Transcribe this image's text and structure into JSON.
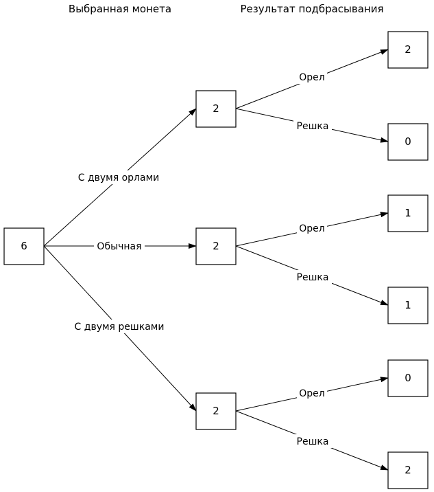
{
  "headers": {
    "coin_column": "Выбранная монета",
    "result_column": "Результат подбрасывания"
  },
  "root": {
    "value": "6"
  },
  "coins": [
    {
      "label": "С двумя орлами",
      "value": "2",
      "outcomes": [
        {
          "label": "Орел",
          "value": "2"
        },
        {
          "label": "Решка",
          "value": "0"
        }
      ]
    },
    {
      "label": "Обычная",
      "value": "2",
      "outcomes": [
        {
          "label": "Орел",
          "value": "1"
        },
        {
          "label": "Решка",
          "value": "1"
        }
      ]
    },
    {
      "label": "С двумя решками",
      "value": "2",
      "outcomes": [
        {
          "label": "Орел",
          "value": "0"
        },
        {
          "label": "Решка",
          "value": "2"
        }
      ]
    }
  ]
}
